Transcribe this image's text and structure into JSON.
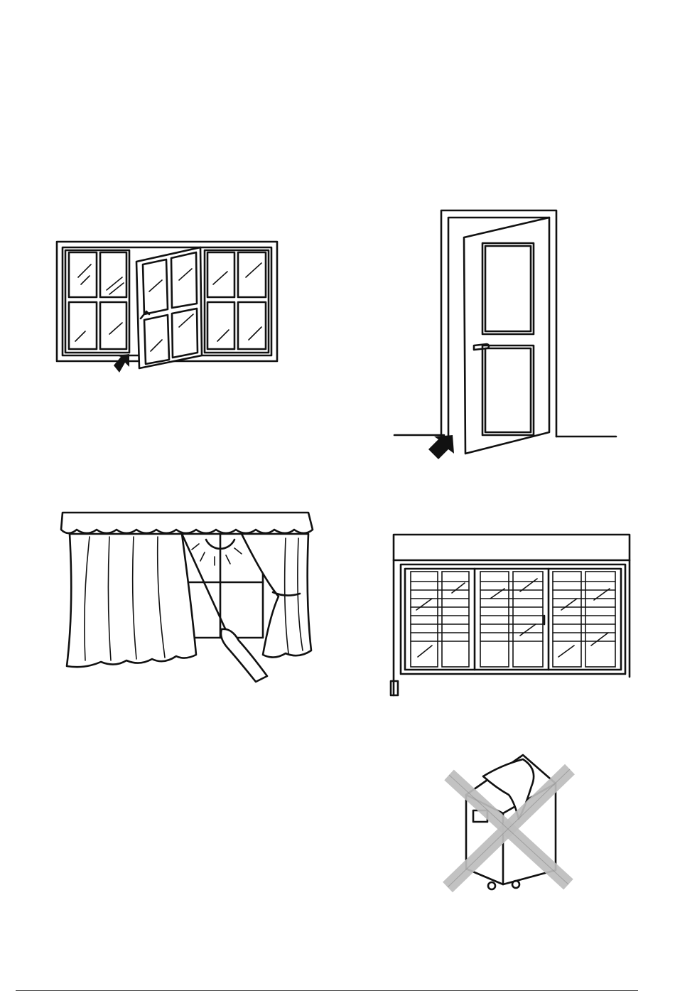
{
  "page": {
    "background": "#ffffff",
    "ink": "#111111",
    "cross_color": "#bdbdbd",
    "arrow_color": "#111111"
  },
  "figures": [
    {
      "id": "open-window",
      "icon": "casement-window-with-arrow-icon"
    },
    {
      "id": "open-door",
      "icon": "open-door-with-arrow-icon"
    },
    {
      "id": "curtains",
      "icon": "drawn-curtains-icon"
    },
    {
      "id": "blinds",
      "icon": "window-blinds-icon"
    },
    {
      "id": "covered-dehumidifier",
      "icon": "do-not-cover-appliance-icon"
    }
  ]
}
